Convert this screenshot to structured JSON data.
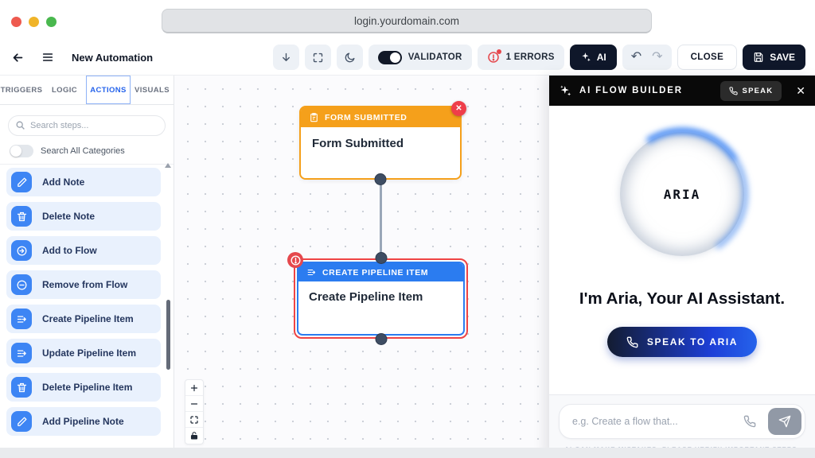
{
  "browser": {
    "url": "login.yourdomain.com"
  },
  "toolbar": {
    "title": "New Automation",
    "validator_label": "VALIDATOR",
    "errors_label": "1 ERRORS",
    "ai_label": "AI",
    "close_label": "CLOSE",
    "save_label": "SAVE"
  },
  "sidebar": {
    "tabs": [
      {
        "label": "TRIGGERS",
        "active": false
      },
      {
        "label": "LOGIC",
        "active": false
      },
      {
        "label": "ACTIONS",
        "active": true
      },
      {
        "label": "VISUALS",
        "active": false
      }
    ],
    "search_placeholder": "Search steps...",
    "category_toggle_label": "Search All Categories",
    "items": [
      {
        "label": "Add Note",
        "icon": "pencil-icon"
      },
      {
        "label": "Delete Note",
        "icon": "trash-icon"
      },
      {
        "label": "Add to Flow",
        "icon": "arrow-right-circle-icon"
      },
      {
        "label": "Remove from Flow",
        "icon": "minus-circle-icon"
      },
      {
        "label": "Create Pipeline Item",
        "icon": "pipeline-icon"
      },
      {
        "label": "Update Pipeline Item",
        "icon": "pipeline-icon"
      },
      {
        "label": "Delete Pipeline Item",
        "icon": "trash-icon"
      },
      {
        "label": "Add Pipeline Note",
        "icon": "pencil-icon"
      }
    ]
  },
  "canvas": {
    "nodes": [
      {
        "header": "FORM SUBMITTED",
        "title": "Form Submitted",
        "accent": "#F5A01B",
        "has_error": false
      },
      {
        "header": "CREATE PIPELINE ITEM",
        "title": "Create Pipeline Item",
        "accent": "#2B7CF0",
        "has_error": true
      }
    ]
  },
  "ai_panel": {
    "title": "AI FLOW BUILDER",
    "speak_label": "SPEAK",
    "logo_text": "ARIA",
    "headline": "I'm Aria, Your AI Assistant.",
    "cta_label": "SPEAK TO ARIA",
    "input_placeholder": "e.g. Create a flow that...",
    "disclaimer": "AI CAN MAKE MISTAKES. PLEASE VERIFY IMPORTANT STEPS."
  },
  "colors": {
    "accent_blue": "#2B7CF0",
    "accent_orange": "#F5A01B",
    "error_red": "#E5484D",
    "dark_navy": "#0F172A"
  }
}
